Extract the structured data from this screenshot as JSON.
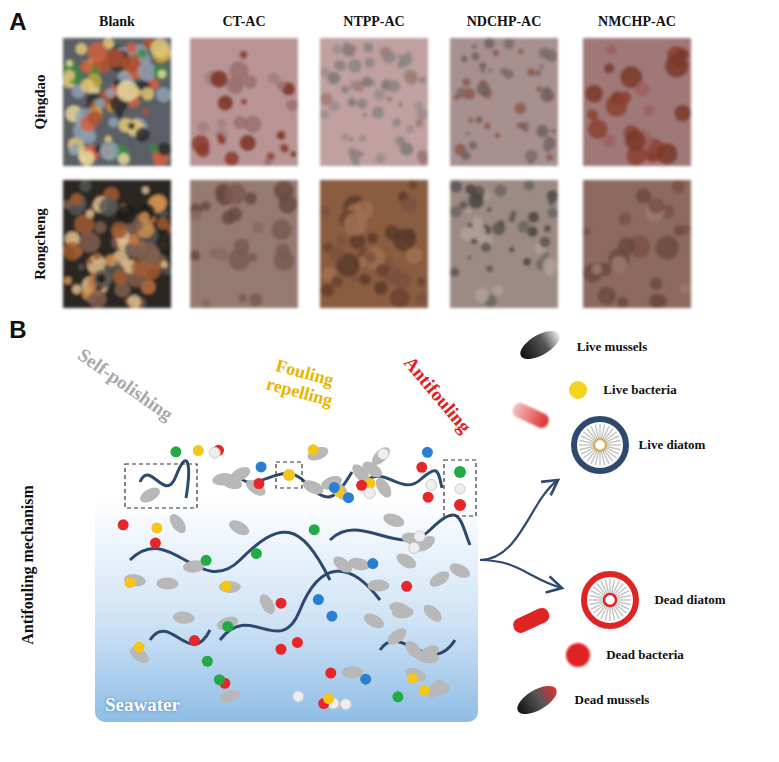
{
  "diagram": {
    "nodes": [
      {
        "text": [
          "Seawater"
        ]
      }
    ],
    "labels": [
      "A",
      "Blank",
      "CT-AC",
      "NTPP-AC",
      "NDCHP-AC",
      "NMCHP-AC",
      "Qingdao",
      "Rongcheng",
      "B",
      "Self-polishing",
      "Fouling repelling",
      "Antifouling",
      "Antifouling mechanism",
      "Live mussels",
      "Live bacteria",
      "Live diatom",
      "Dead diatom",
      "Dead bacteria",
      "Dead mussels"
    ]
  }
}
